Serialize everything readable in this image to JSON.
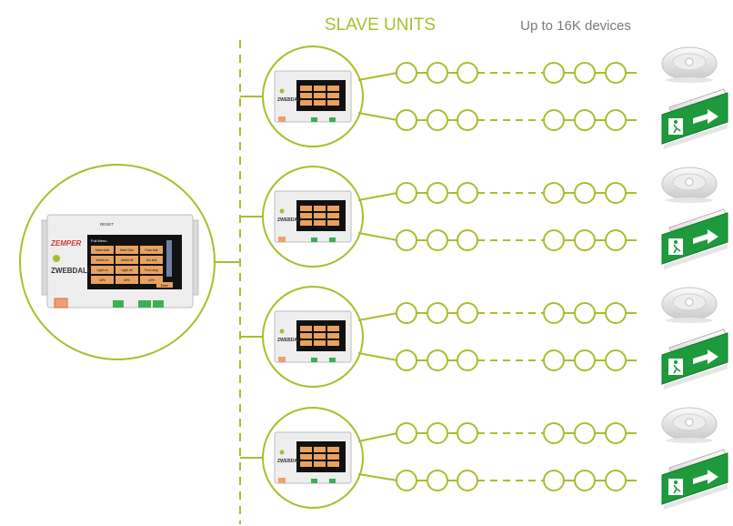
{
  "header": {
    "title": "SLAVE UNITS",
    "subtitle": "Up to 16K devices"
  },
  "colors": {
    "accent": "#a6bf2e",
    "subtitle": "#7a7a7a",
    "exit_sign_green": "#1e9a3c",
    "screen": "#111111",
    "screen_button": "#e8a25e",
    "device_body": "#eeeeee"
  },
  "master": {
    "brand": "ZEMPER",
    "product": "ZWEBDALI",
    "reset": "RESET",
    "screen_title": "Full Menu",
    "buttons": [
      "Mant start",
      "Mant Sinc",
      "Func test",
      "Inhibit on",
      "Inhibit off",
      "Dur test",
      "Light on",
      "Light off",
      "Func stop",
      "40%",
      "40%",
      "40%"
    ],
    "confirm": "Enter"
  },
  "slave": {
    "product": "ZWEBDALI"
  },
  "legend_icons": [
    "emergency-downlight-icon",
    "exit-sign-icon"
  ]
}
